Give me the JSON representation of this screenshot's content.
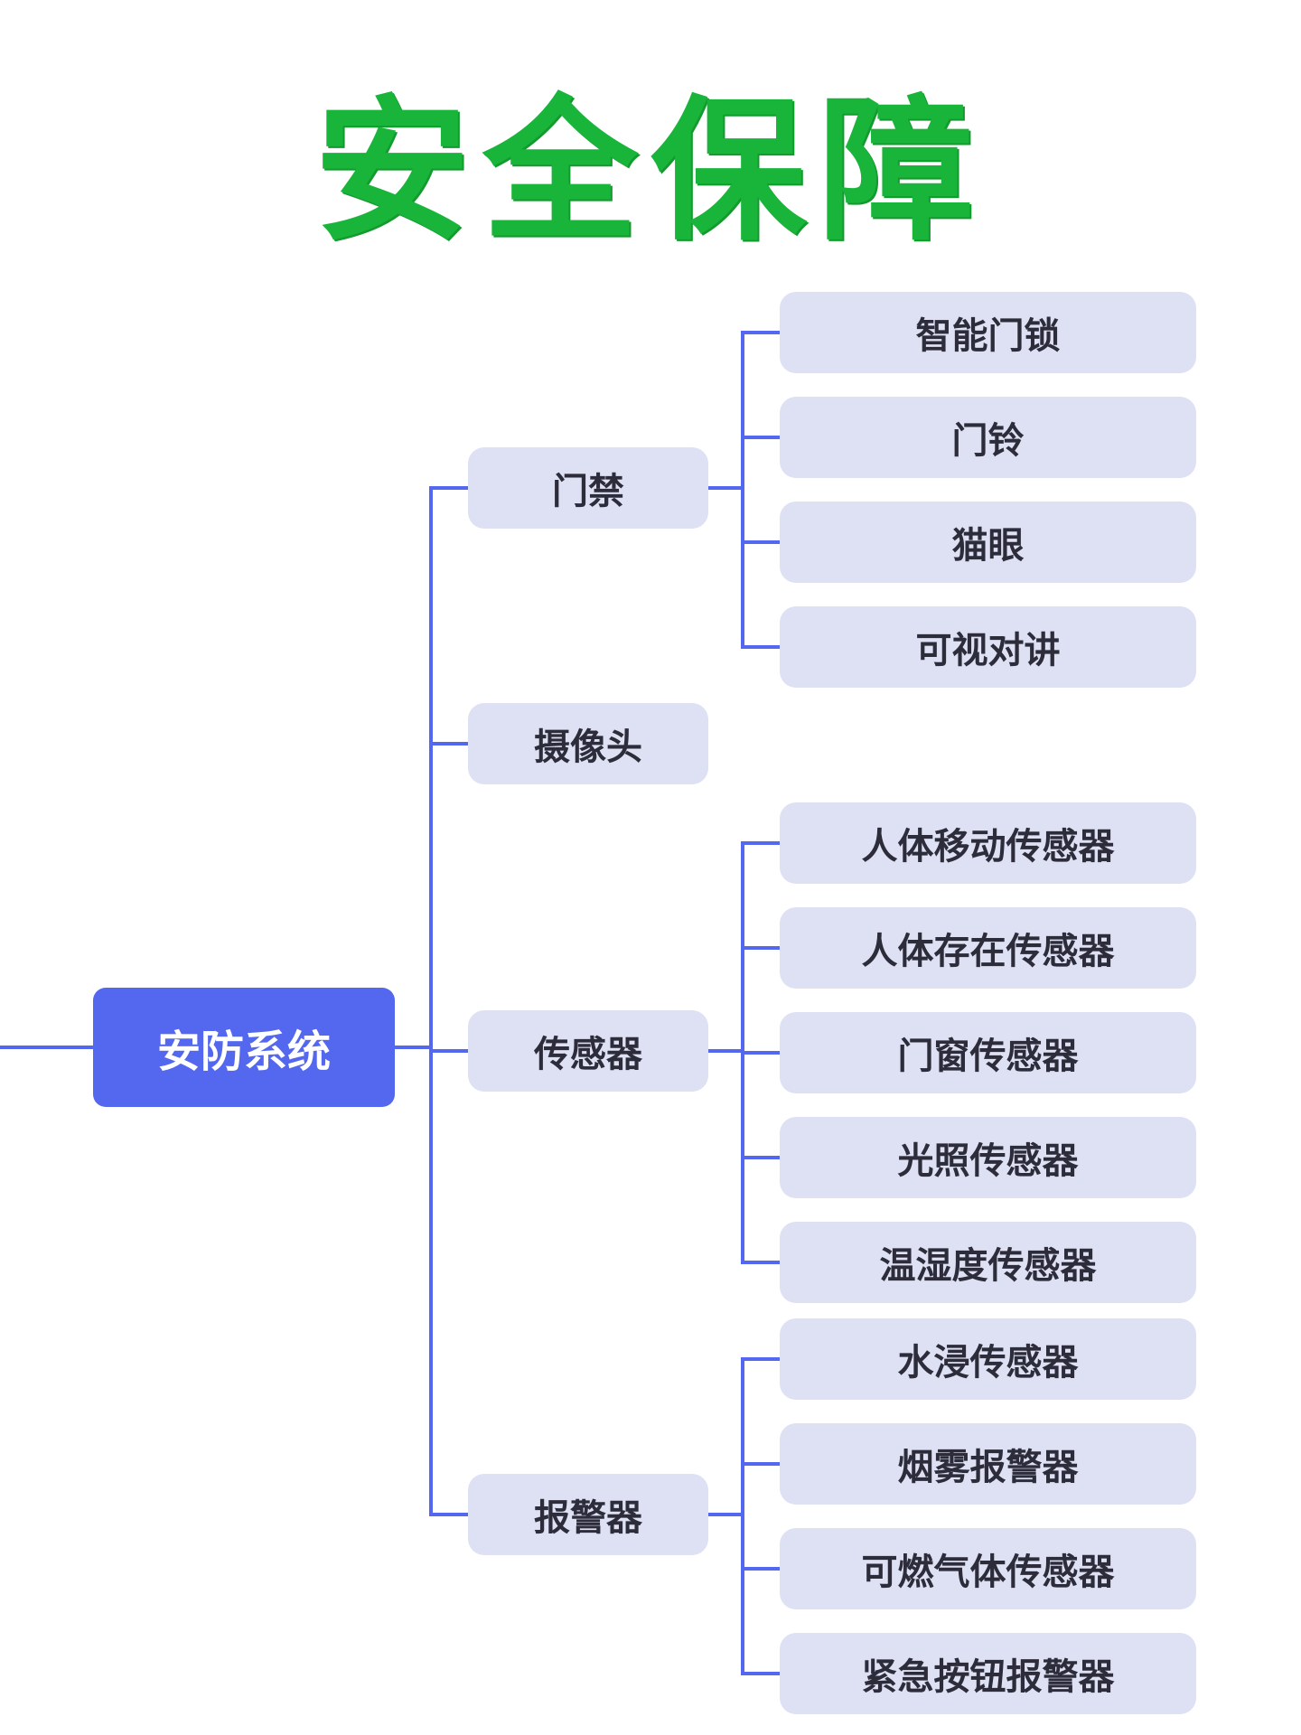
{
  "title": "安全保障",
  "colors": {
    "title": "#19b53a",
    "root": "#5468ef",
    "node": "#dee1f3",
    "line": "#5468ef"
  },
  "root": "安防系统",
  "branches": [
    {
      "label": "门禁",
      "children": [
        "智能门锁",
        "门铃",
        "猫眼",
        "可视对讲"
      ]
    },
    {
      "label": "摄像头",
      "children": []
    },
    {
      "label": "传感器",
      "children": [
        "人体移动传感器",
        "人体存在传感器",
        "门窗传感器",
        "光照传感器",
        "温湿度传感器"
      ]
    },
    {
      "label": "报警器",
      "children": [
        "水浸传感器",
        "烟雾报警器",
        "可燃气体传感器",
        "紧急按钮报警器"
      ]
    }
  ]
}
